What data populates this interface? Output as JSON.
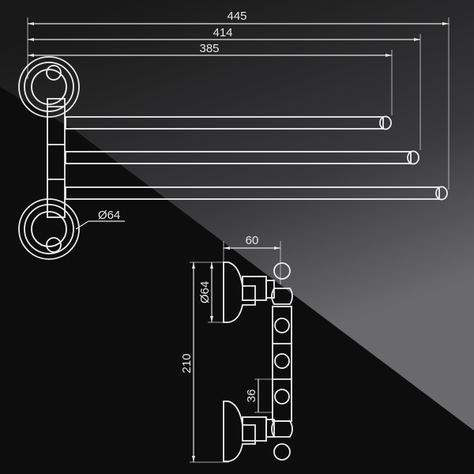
{
  "drawing": {
    "front_view": {
      "overall_width_label": "445",
      "middle_bar_width_label": "414",
      "short_bar_width_label": "385",
      "rose_diameter_label": "Ø64"
    },
    "side_view": {
      "projection_label": "60",
      "rose_diameter_label": "Ø64",
      "mount_height_label": "210",
      "segment_label": "36"
    }
  }
}
